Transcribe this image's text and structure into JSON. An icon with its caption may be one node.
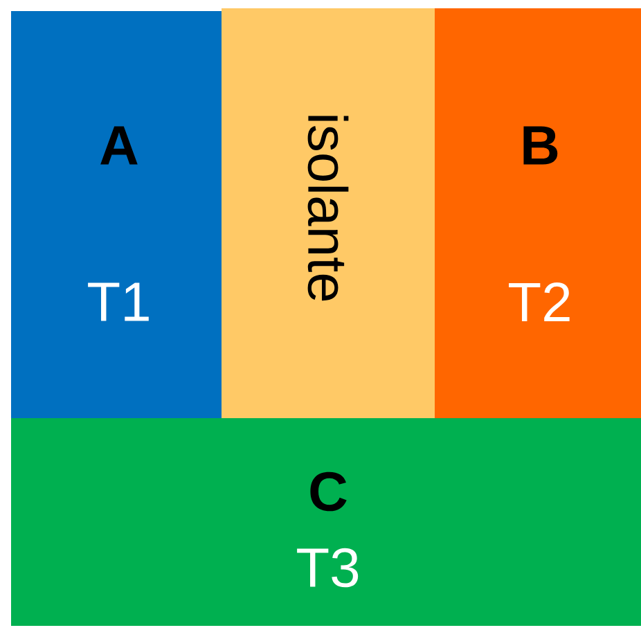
{
  "diagram": {
    "nodes": [
      {
        "text": [
          "A",
          "T1"
        ]
      },
      {
        "text": [
          "isolante"
        ]
      },
      {
        "text": [
          "B",
          "T2"
        ]
      },
      {
        "text": [
          "C",
          "T3"
        ]
      }
    ]
  }
}
